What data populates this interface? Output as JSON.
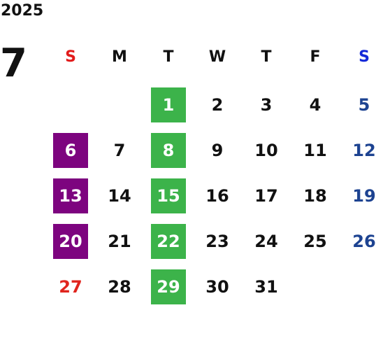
{
  "year": "2025",
  "month": "7",
  "weekdays": [
    {
      "label": "S",
      "color": "#e21b1b"
    },
    {
      "label": "M",
      "color": "#111111"
    },
    {
      "label": "T",
      "color": "#111111"
    },
    {
      "label": "W",
      "color": "#111111"
    },
    {
      "label": "T",
      "color": "#111111"
    },
    {
      "label": "F",
      "color": "#111111"
    },
    {
      "label": "S",
      "color": "#1428d8"
    }
  ],
  "colors": {
    "green_highlight": "#3cb34a",
    "purple_highlight": "#7d047f",
    "sunday": "#e0241d",
    "saturday": "#1d4391",
    "text": "#111111"
  },
  "weeks": [
    [
      null,
      null,
      {
        "day": "1",
        "hl": "green"
      },
      {
        "day": "2"
      },
      {
        "day": "3"
      },
      {
        "day": "4"
      },
      {
        "day": "5"
      }
    ],
    [
      {
        "day": "6",
        "hl": "purple"
      },
      {
        "day": "7"
      },
      {
        "day": "8",
        "hl": "green"
      },
      {
        "day": "9"
      },
      {
        "day": "10"
      },
      {
        "day": "11"
      },
      {
        "day": "12"
      }
    ],
    [
      {
        "day": "13",
        "hl": "purple"
      },
      {
        "day": "14"
      },
      {
        "day": "15",
        "hl": "green"
      },
      {
        "day": "16"
      },
      {
        "day": "17"
      },
      {
        "day": "18"
      },
      {
        "day": "19"
      }
    ],
    [
      {
        "day": "20",
        "hl": "purple"
      },
      {
        "day": "21"
      },
      {
        "day": "22",
        "hl": "green"
      },
      {
        "day": "23"
      },
      {
        "day": "24"
      },
      {
        "day": "25"
      },
      {
        "day": "26"
      }
    ],
    [
      {
        "day": "27"
      },
      {
        "day": "28"
      },
      {
        "day": "29",
        "hl": "green"
      },
      {
        "day": "30"
      },
      {
        "day": "31"
      },
      null,
      null
    ]
  ]
}
